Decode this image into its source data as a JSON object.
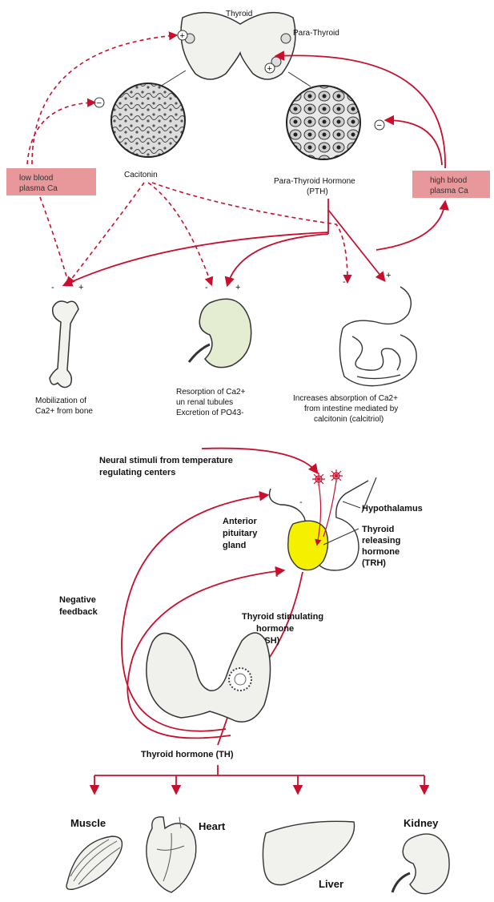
{
  "calcium": {
    "thyroid": "Thyroid",
    "parathyroid": "Para-Thyroid",
    "low_box": [
      "low  blood",
      "plasma Ca"
    ],
    "high_box": [
      "high blood",
      "plasma Ca"
    ],
    "calcitonin": "Cacitonin",
    "pth": [
      "Para-Thyroid Hormone",
      "(PTH)"
    ],
    "bone": [
      "Mobilization  of",
      "Ca2+ from bone"
    ],
    "kidney": [
      "Resorption of Ca2+",
      "un renal tubules",
      "Excretion of PO43-"
    ],
    "intestine": [
      "Increases absorption of Ca2+",
      "from intestine mediated by",
      "calcitonin (calcitriol)"
    ],
    "signs": {
      "plus": "+",
      "minus": "-"
    },
    "circle_signs": {
      "plus": "+",
      "minus": "−"
    }
  },
  "axis": {
    "neural": [
      "Neural stimuli from temperature",
      "regulating centers"
    ],
    "hypothalamus": "Hypothalamus",
    "trh": [
      "Thyroid",
      "releasing",
      "hormone",
      "(TRH)"
    ],
    "anterior": [
      "Anterior",
      "pituitary",
      "gland"
    ],
    "negative": [
      "Negative",
      "feedback"
    ],
    "tsh": [
      "Thyroid stimulating",
      "hormone",
      "(TSH)"
    ],
    "th": "Thyroid hormone (TH)",
    "muscle": "Muscle",
    "heart": "Heart",
    "liver": "Liver",
    "kidney": "Kidney",
    "minus_sign": "-"
  },
  "colors": {
    "arrow": "#c8102e",
    "box": "#e8989a",
    "pituitary": "#f5ef00"
  }
}
